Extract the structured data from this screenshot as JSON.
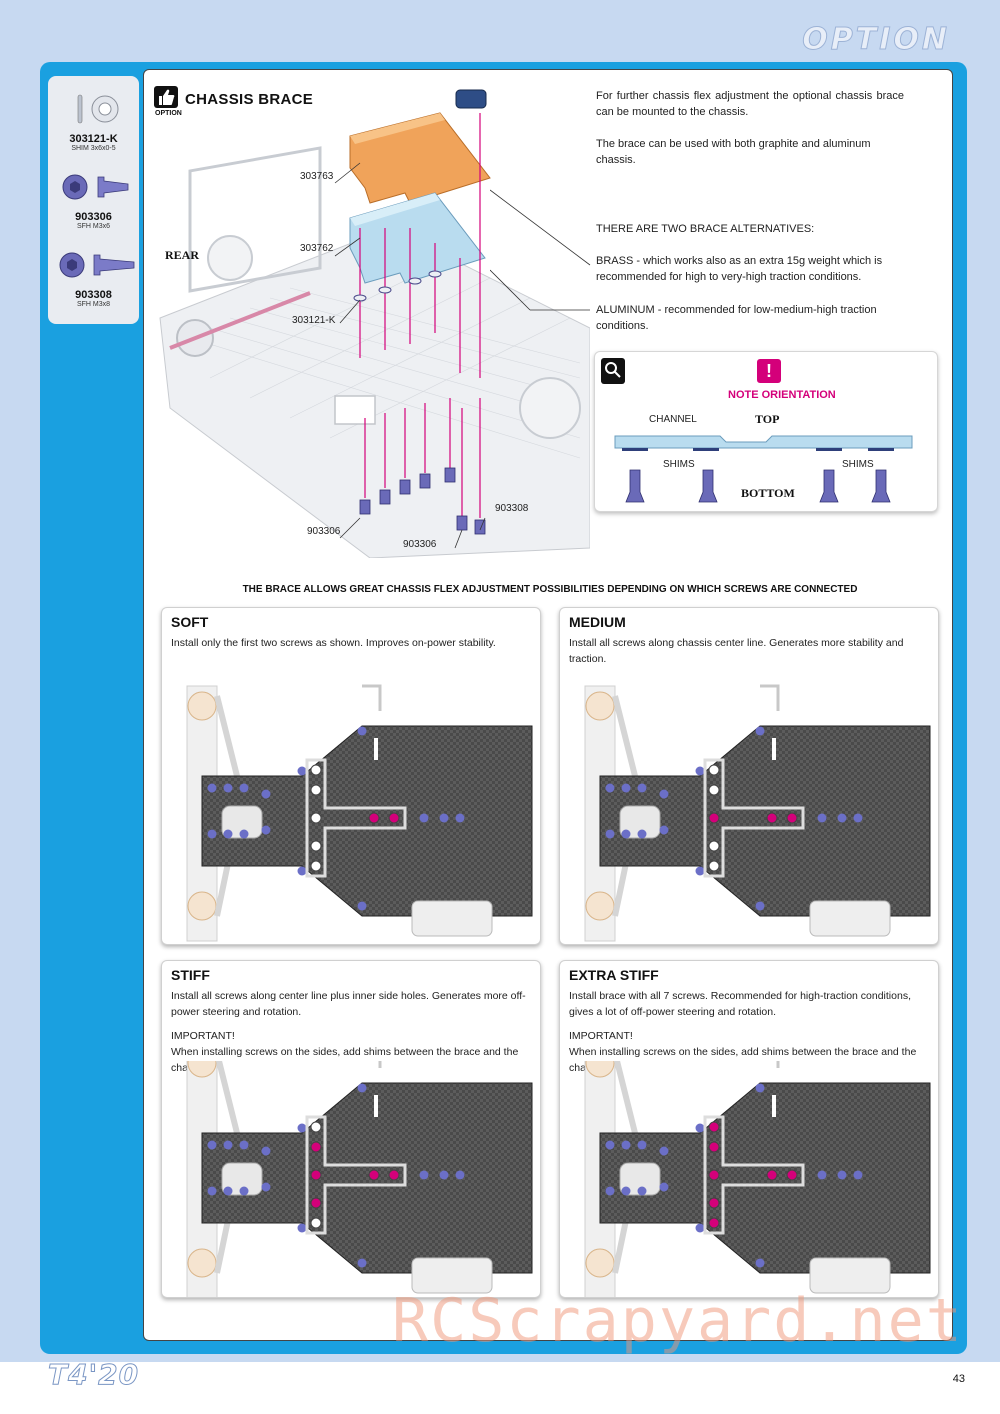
{
  "header": {
    "section": "OPTION"
  },
  "sidebar": {
    "parts": [
      {
        "code": "303121-K",
        "spec": "SHIM 3x6x0-5",
        "icon": "shim-icon"
      },
      {
        "code": "903306",
        "spec": "SFH M3x6",
        "icon": "screw-icon"
      },
      {
        "code": "903308",
        "spec": "SFH M3x8",
        "icon": "screw-icon"
      }
    ]
  },
  "section": {
    "title": "CHASSIS BRACE",
    "badge": "OPTION",
    "rear_label": "REAR"
  },
  "description": {
    "p1": "For further chassis flex adjustment the optional chassis brace can be mounted to the chassis.",
    "p2": "The brace can be used with both graphite and aluminum chassis.",
    "p3": "THERE ARE TWO BRACE ALTERNATIVES:",
    "p4": "BRASS - which works also as an extra 15g weight which is recommended for high to very-high traction conditions.",
    "p5": "ALUMINUM - recommended for low-medium-high traction conditions."
  },
  "callouts": {
    "c303763": "303763",
    "c303762": "303762",
    "c303121k": "303121-K",
    "c903306a": "903306",
    "c903306b": "903306",
    "c903308": "903308"
  },
  "detail": {
    "label": "DETAIL",
    "note": "NOTE ORIENTATION",
    "channel": "CHANNEL",
    "top": "TOP",
    "bottom": "BOTTOM",
    "shims_left": "SHIMS",
    "shims_right": "SHIMS"
  },
  "possibilities": "THE BRACE ALLOWS GREAT CHASSIS FLEX ADJUSTMENT POSSIBILITIES DEPENDING ON WHICH SCREWS ARE CONNECTED",
  "panels": {
    "soft": {
      "title": "SOFT",
      "text": "Install only the first two screws as shown.  Improves on-power stability."
    },
    "medium": {
      "title": "MEDIUM",
      "text": "Install all screws along chassis center line. Generates more stability and traction."
    },
    "stiff": {
      "title": "STIFF",
      "text": "Install all screws along center line plus inner side holes. Generates more off-power steering and rotation.",
      "important": "IMPORTANT!",
      "note": "When installing screws on the sides, add shims between the brace and the chassis."
    },
    "extra_stiff": {
      "title": "EXTRA STIFF",
      "text": "Install brace with all 7 screws. Recommended for high-traction conditions, gives a lot of off-power steering and rotation.",
      "important": "IMPORTANT!",
      "note": "When installing screws on the sides, add shims between the brace and the chassis."
    }
  },
  "footer": {
    "logo": "T4'20",
    "page": "43",
    "watermark": "RCScrapyard.net"
  },
  "colors": {
    "frame": "#1aa0e0",
    "band": "#c7d9f1",
    "accent": "#d4007a",
    "brass": "#f0a35a",
    "aluminum": "#b9dcef"
  }
}
